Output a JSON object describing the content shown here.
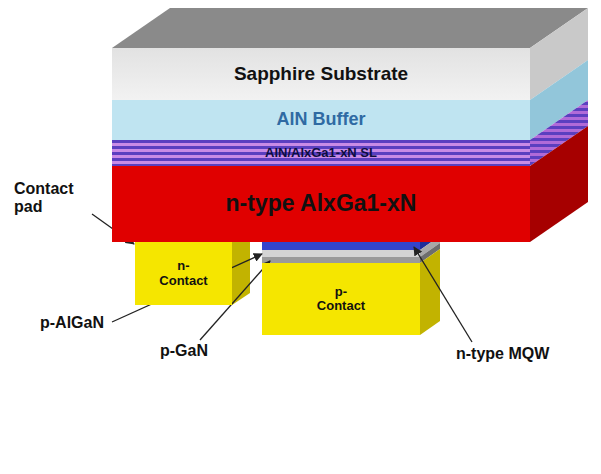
{
  "diagram": {
    "nodes": [
      {
        "text": [
          "Sapphire Substrate"
        ]
      },
      {
        "text": [
          "AlN Buffer"
        ]
      },
      {
        "text": [
          "AlN/AlxGa1-xN SL"
        ]
      },
      {
        "text": [
          "n-type AlxGa1-xN"
        ]
      },
      {
        "text": [
          "n- Contact"
        ]
      },
      {
        "text": [
          "p- Contact"
        ]
      }
    ],
    "labels": [
      "Contact pad",
      "p-AlGaN",
      "p-GaN",
      "n-type MQW"
    ]
  }
}
